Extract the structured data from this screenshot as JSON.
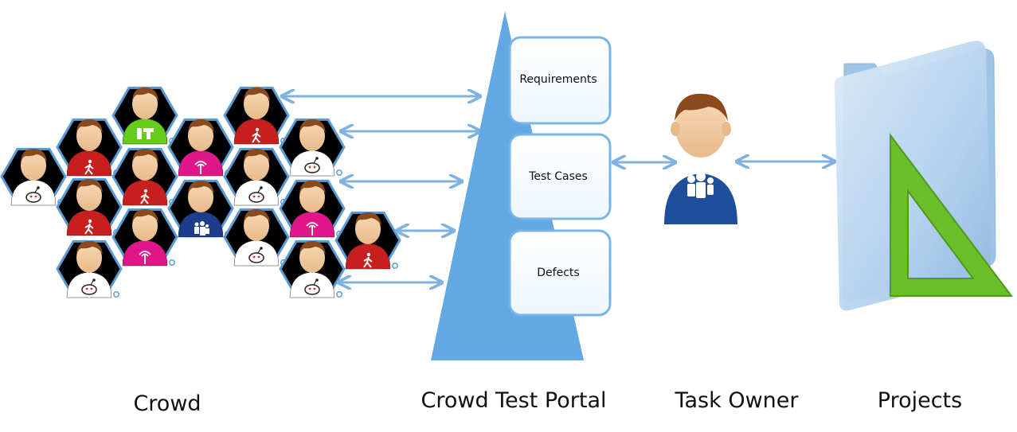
{
  "portal": {
    "boxes": [
      "Requirements",
      "Test Cases",
      "Defects"
    ]
  },
  "labels": {
    "crowd": "Crowd",
    "portal": "Crowd Test Portal",
    "task_owner": "Task Owner",
    "projects": "Projects"
  },
  "crowd_members": [
    {
      "shirt": "#ffffff",
      "emblem": "reddit-alien-icon"
    },
    {
      "shirt": "#c81e1e",
      "emblem": "walking-person-icon"
    },
    {
      "shirt": "#c81e1e",
      "emblem": "walking-person-icon"
    },
    {
      "shirt": "#ffffff",
      "emblem": "reddit-alien-icon"
    },
    {
      "shirt": "#66cc1a",
      "emblem": "it-logo-icon"
    },
    {
      "shirt": "#c81e1e",
      "emblem": "walking-person-icon"
    },
    {
      "shirt": "#e0158a",
      "emblem": "antenna-icon"
    },
    {
      "shirt": "#e0158a",
      "emblem": "antenna-icon"
    },
    {
      "shirt": "#1c3d8c",
      "emblem": "people-group-icon"
    },
    {
      "shirt": "#c81e1e",
      "emblem": "walking-person-icon"
    },
    {
      "shirt": "#ffffff",
      "emblem": "reddit-alien-icon"
    },
    {
      "shirt": "#ffffff",
      "emblem": "reddit-alien-icon"
    },
    {
      "shirt": "#ffffff",
      "emblem": "reddit-alien-icon"
    },
    {
      "shirt": "#e0158a",
      "emblem": "antenna-icon"
    },
    {
      "shirt": "#ffffff",
      "emblem": "reddit-alien-icon"
    },
    {
      "shirt": "#c81e1e",
      "emblem": "walking-person-icon"
    }
  ],
  "colors": {
    "hex_border": "#5b9bd5",
    "arrow": "#7fb2e0",
    "portal_triangle": "#62a8e2",
    "box_border": "#79b4e6",
    "folder_blue": "#b7d4ef",
    "triangle_ruler": "#6bbf2a",
    "owner_shirt": "#1f4f9a"
  }
}
